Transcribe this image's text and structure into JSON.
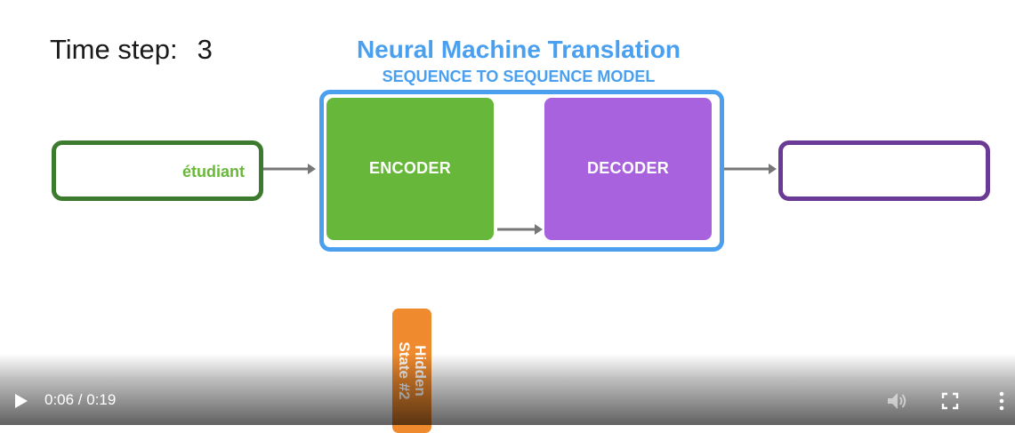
{
  "timestep": {
    "label": "Time step:",
    "value": "3"
  },
  "diagram": {
    "title": "Neural Machine Translation",
    "subtitle": "SEQUENCE TO SEQUENCE MODEL",
    "input_word": "étudiant",
    "encoder_label": "ENCODER",
    "decoder_label": "DECODER",
    "output_word": "",
    "hidden_state": {
      "line1": "Hidden",
      "line2": "State #2"
    }
  },
  "player": {
    "time": "0:06 / 0:19",
    "icons": {
      "play": "play-icon",
      "volume": "volume-icon",
      "fullscreen": "fullscreen-icon",
      "menu": "more-options-icon"
    }
  },
  "colors": {
    "accent_blue": "#4a9fee",
    "encoder_green": "#67b83a",
    "input_border_green": "#3c7a2d",
    "decoder_purple": "#a862dd",
    "output_border_purple": "#6b3a94",
    "hidden_state_orange": "#ef8a2e",
    "arrow_gray": "#777777"
  }
}
